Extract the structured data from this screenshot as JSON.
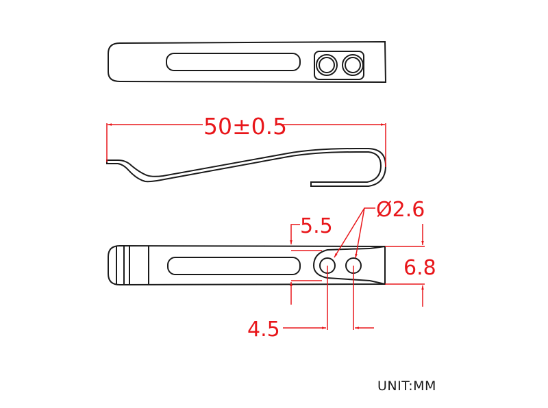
{
  "drawing": {
    "subject": "pocket clip",
    "views": [
      "top-view",
      "side-view",
      "bottom-view"
    ]
  },
  "dimensions": {
    "overall_length": "50±0.5",
    "hole_diameter": "Ø2.6",
    "slot_offset": "5.5",
    "width": "6.8",
    "hole_spacing": "4.5"
  },
  "unit_label": "UNIT:MM",
  "colors": {
    "outline": "#1a1a1a",
    "dimension": "#e8161a",
    "background": "#ffffff"
  }
}
